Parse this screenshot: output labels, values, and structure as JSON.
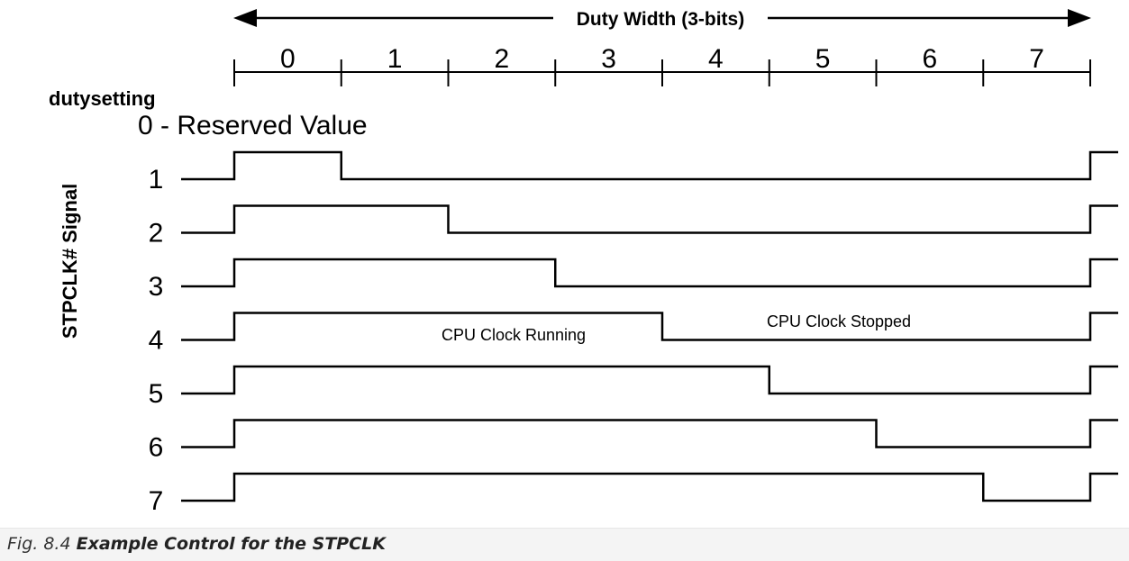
{
  "header": {
    "duty_width_label": "Duty Width (3-bits)"
  },
  "columns": [
    "0",
    "1",
    "2",
    "3",
    "4",
    "5",
    "6",
    "7"
  ],
  "left_labels": {
    "dutysetting": "dutysetting",
    "reserved": "0 - Reserved Value",
    "axis_title": "STPCLK# Signal"
  },
  "rows": [
    {
      "label": "1",
      "high_columns": 1
    },
    {
      "label": "2",
      "high_columns": 2
    },
    {
      "label": "3",
      "high_columns": 3
    },
    {
      "label": "4",
      "high_columns": 4
    },
    {
      "label": "5",
      "high_columns": 5
    },
    {
      "label": "6",
      "high_columns": 6
    },
    {
      "label": "7",
      "high_columns": 7
    }
  ],
  "annotations": {
    "running": "CPU Clock Running",
    "stopped": "CPU Clock Stopped"
  },
  "caption": {
    "number": "Fig. 8.4",
    "title": "Example Control for the STPCLK"
  }
}
